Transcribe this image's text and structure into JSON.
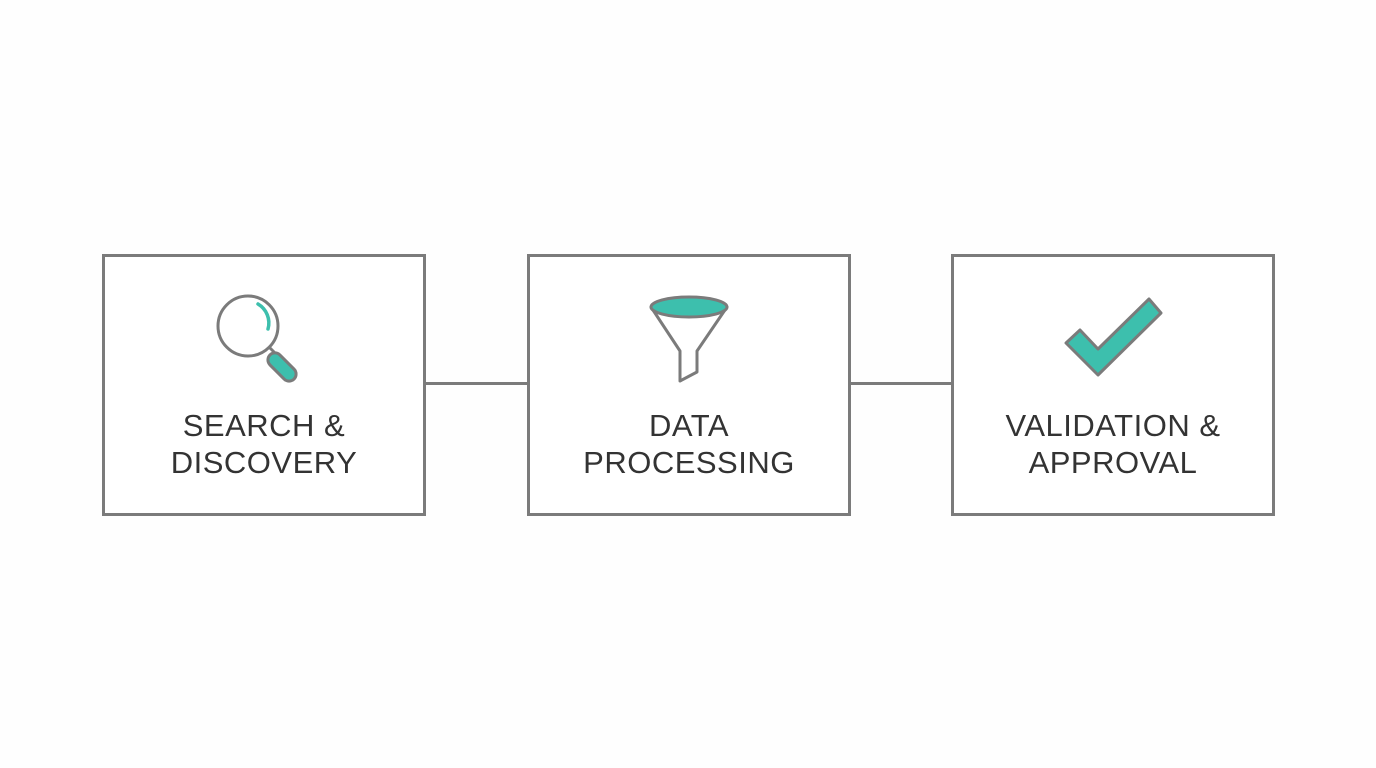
{
  "diagram": {
    "accent_color": "#3dbfad",
    "stroke_color": "#7b7b7b",
    "steps": [
      {
        "icon": "magnifying-glass-icon",
        "line1": "SEARCH &",
        "line2": "DISCOVERY"
      },
      {
        "icon": "funnel-icon",
        "line1": "DATA",
        "line2": "PROCESSING"
      },
      {
        "icon": "checkmark-icon",
        "line1": "VALIDATION &",
        "line2": "APPROVAL"
      }
    ]
  }
}
